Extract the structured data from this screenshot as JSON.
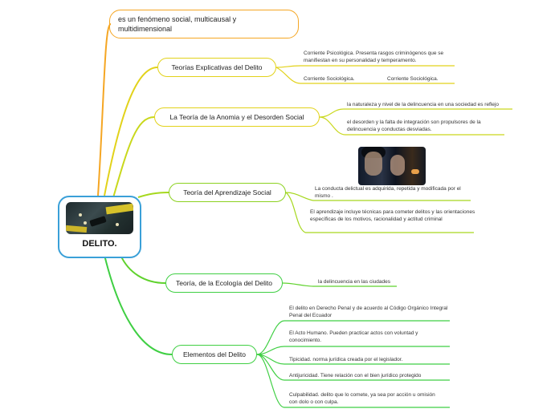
{
  "root": {
    "label": "DELITO."
  },
  "intro": {
    "text": "es un fenómeno social, multicausal y multidimensional"
  },
  "topics": {
    "teorias": "Teorías Explicativas del Delito",
    "anomia": "La Teoría de la Anomia y el Desorden Social",
    "aprendizaje": "Teoría del Aprendizaje Social",
    "ecologia": "Teoría, de la Ecología del Delito",
    "elementos": "Elementos del Delito"
  },
  "notes": {
    "teorias_1": "Corriente Psicológica. Presenta rasgos criminógenos que se manifiestan en su personalidad y temperamento.",
    "teorias_2a": "Corriente Sociológica.",
    "teorias_2b": "Corriente Sociológica.",
    "anomia_1": "la naturaleza y nivel de la delincuencia en una sociedad es reflejo",
    "anomia_2": "el desorden y la falta de integración son propulsores de la delincuencia y conductas desviadas.",
    "aprendizaje_1": "La conducta delictual es adquirida, repetida y modificada por el mismo .",
    "aprendizaje_2": "El aprendizaje incluye técnicas para cometer delitos y las orientaciones específicas de los motivos, racionalidad y actitud criminal",
    "ecologia_1": "la delincuencia en las ciudades",
    "elementos_1": "El delito en Derecho Penal y de acuerdo al Código Orgánico Integral Penal del Ecuador",
    "elementos_2": "El Acto Humano. Pueden practicar actos con voluntad y conocimiento.",
    "elementos_3": "Tipicidad. norma jurídica creada por el legislador.",
    "elementos_4": "Antijuricidad. Tiene relación con el bien jurídico protegido",
    "elementos_5": "Culpabilidad. delito que lo comete, ya sea por acción u omisión con dolo o con culpa."
  },
  "colors": {
    "root_border": "#3aa0d8",
    "orange": "#f5a623",
    "yellow": "#e2d21a",
    "lime": "#8bd11f",
    "green": "#3fcf43"
  }
}
